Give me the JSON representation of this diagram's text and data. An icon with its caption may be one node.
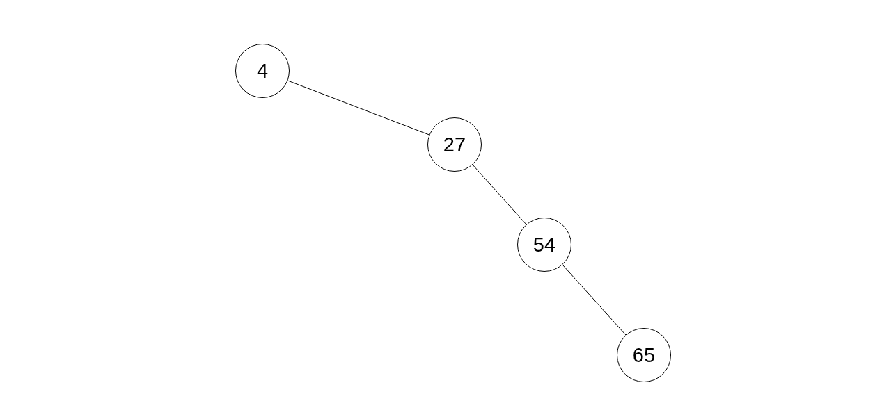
{
  "diagram": {
    "nodes": [
      {
        "text": [
          "4"
        ]
      },
      {
        "text": [
          "27"
        ]
      },
      {
        "text": [
          "54"
        ]
      },
      {
        "text": [
          "65"
        ]
      }
    ],
    "edges": [
      {
        "from": 0,
        "to": 1,
        "arrow": "none"
      },
      {
        "from": 1,
        "to": 2,
        "arrow": "none"
      },
      {
        "from": 2,
        "to": 3,
        "arrow": "none"
      }
    ]
  }
}
